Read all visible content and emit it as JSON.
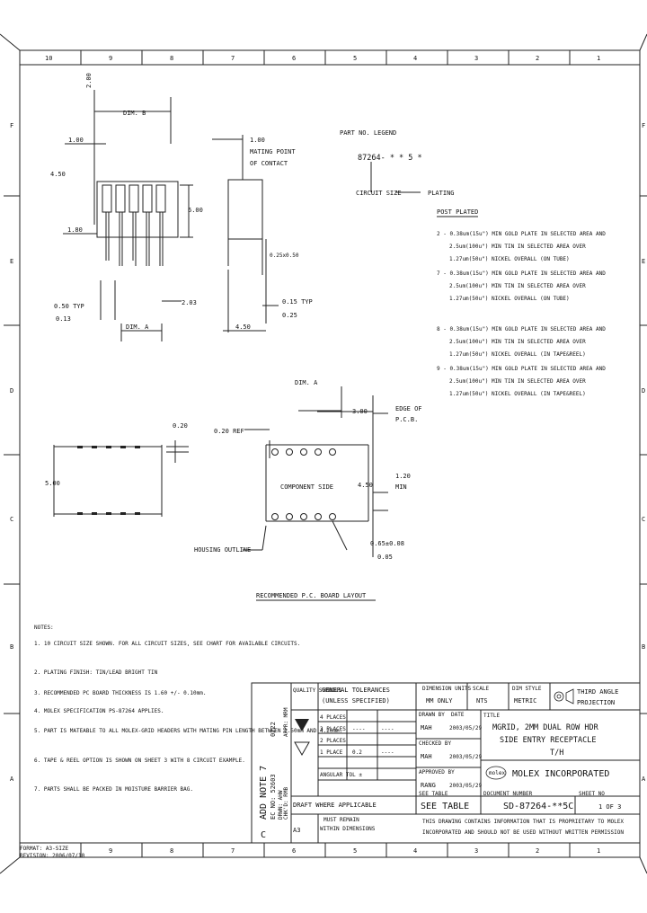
{
  "border": {
    "cols_top": [
      "10",
      "9",
      "8",
      "7",
      "6",
      "5",
      "4",
      "3",
      "2",
      "1"
    ],
    "cols_bottom": [
      "9",
      "8",
      "7",
      "6",
      "5",
      "4",
      "3",
      "2",
      "1"
    ],
    "rows": [
      "F",
      "E",
      "D",
      "C",
      "B",
      "A"
    ]
  },
  "dims": {
    "dim_b": "DIM. B",
    "dim_a": "DIM. A",
    "d_2_00": "2.00",
    "d_1_00": "1.00",
    "d_6_00": "6.00",
    "d_1_80": "1.80",
    "d_2_03": "2.03",
    "d_0_50_typ": "0.50 TYP",
    "d_0_15_typ": "0.15 TYP",
    "tol_0_13": "0.13",
    "tol_0_25": "0.25",
    "d_4_50": "4.50",
    "d_4_50b": "4.50",
    "d_0_20": "0.20",
    "d_0_20_ref": "0.20 REF",
    "d_5_00": "5.00",
    "d_3_00": "3.00",
    "mating_point": "MATING POINT",
    "of_contact": "OF CONTACT",
    "rect_label": "0.25x0.50",
    "component_side": "COMPONENT SIDE",
    "edge_of_pcb": "EDGE OF",
    "edge_of_pcb2": "P.C.B.",
    "d_1_20": "1.20",
    "min_label": "MIN",
    "housing_outline": "HOUSING OUTLINE",
    "hole_dia": "0.65±0.08",
    "hole_tol": "0.05",
    "layout_title": "RECOMMENDED P.C. BOARD LAYOUT"
  },
  "legend": {
    "title": "PART NO. LEGEND",
    "part": "87264- * * 5 *",
    "circuit_size": "CIRCUIT SIZE",
    "plating": "PLATING",
    "post_plated": "POST PLATED",
    "options": [
      "2 - 0.38um(15u\") MIN GOLD PLATE IN SELECTED AREA AND",
      "2.5um(100u\") MIN TIN IN SELECTED AREA OVER",
      "1.27um(50u\") NICKEL OVERALL (ON TUBE)",
      "7 - 0.38um(15u\") MIN GOLD PLATE IN SELECTED AREA AND",
      "2.5um(100u\") MIN TIN IN SELECTED AREA OVER",
      "1.27um(50u\") NICKEL OVERALL (ON TUBE)",
      "8 - 0.38um(15u\") MIN GOLD PLATE IN SELECTED AREA AND",
      "2.5um(100u\") MIN TIN IN SELECTED AREA OVER",
      "1.27um(50u\") NICKEL OVERALL (IN TAPE&REEL)",
      "9 - 0.38um(15u\") MIN GOLD PLATE IN SELECTED AREA AND",
      "2.5um(100u\") MIN TIN IN SELECTED AREA OVER",
      "1.27um(50u\") NICKEL OVERALL (IN TAPE&REEL)"
    ]
  },
  "notes": {
    "title": "NOTES:",
    "items": [
      "1. 10 CIRCUIT SIZE SHOWN. FOR ALL CIRCUIT SIZES, SEE CHART FOR AVAILABLE CIRCUITS.",
      "2. PLATING FINISH: TIN/LEAD BRIGHT TIN",
      "3. RECOMMENDED PC BOARD THICKNESS IS 1.60 +/- 0.10mm.",
      "4. MOLEX SPECIFICATION PS-87264 APPLIES.",
      "5. PART IS MATEABLE TO ALL MOLEX-GRID HEADERS WITH MATING PIN LENGTH BETWEEN 3.50mm AND 4.20mm.",
      "6. TAPE & REEL OPTION IS SHOWN ON SHEET 3 WITH 8 CIRCUIT EXAMPLE.",
      "7. PARTS SHALL BE PACKED IN MOISTURE BARRIER BAG."
    ]
  },
  "revision": {
    "rev_text": "ADD NOTE 7",
    "ecn": "EC NO: 52603",
    "rev": "C",
    "chk": "0222",
    "drwn": "DRWN: AHW",
    "chk2": "CHK'D: RMB",
    "appr": "APPR: MRM"
  },
  "title_block": {
    "quality_symbols": "QUALITY SYMBOLS",
    "general_tolerances": "GENERAL TOLERANCES",
    "unless_specified": "(UNLESS SPECIFIED)",
    "dimension_units": "DIMENSION UNITS",
    "mm_only": "MM ONLY",
    "scale_label": "SCALE",
    "scale": "NTS",
    "dim_style_label": "DIM STYLE",
    "dim_style": "METRIC",
    "third_angle": "THIRD ANGLE",
    "projection": "PROJECTION",
    "places4": "4 PLACES",
    "places3": "3 PLACES",
    "places2": "2 PLACES",
    "places1": "1 PLACE",
    "angular": "ANGULAR TOL ±",
    "tol_dash": "----",
    "tol_02": "0.2",
    "drawn_label": "DRAWN BY",
    "drawn_by": "MAH",
    "drawn_date": "2003/05/29",
    "checked_label": "CHECKED BY",
    "checked_by": "MAH",
    "checked_date": "2003/05/29",
    "approved_label": "APPROVED BY",
    "approved_by": "RANG",
    "approved_date": "2003/05/29",
    "date_label": "DATE",
    "title_label": "TITLE",
    "title1": "MGRID, 2MM DUAL ROW HDR",
    "title2": "SIDE ENTRY RECEPTACLE",
    "title3": "T/H",
    "company": "MOLEX INCORPORATED",
    "logo": "molex",
    "draft": "DRAFT WHERE APPLICABLE",
    "must_remain": "MUST REMAIN",
    "within_dims": "WITHIN DIMENSIONS",
    "material_no": "SEE TABLE",
    "doc_no": "SD-87264-**5C",
    "sheet": "1 OF 3",
    "doc_label": "DOCUMENT NUMBER",
    "sheet_label": "SHEET NO",
    "rev_label": "A3",
    "proprietary1": "THIS DRAWING CONTAINS INFORMATION THAT IS PROPRIETARY TO MOLEX",
    "proprietary2": "INCORPORATED AND SHOULD NOT BE USED WITHOUT WRITTEN PERMISSION"
  },
  "corner": {
    "format": "FORMAT: A3-SIZE",
    "revision": "REVISION: 2006/07/10"
  }
}
